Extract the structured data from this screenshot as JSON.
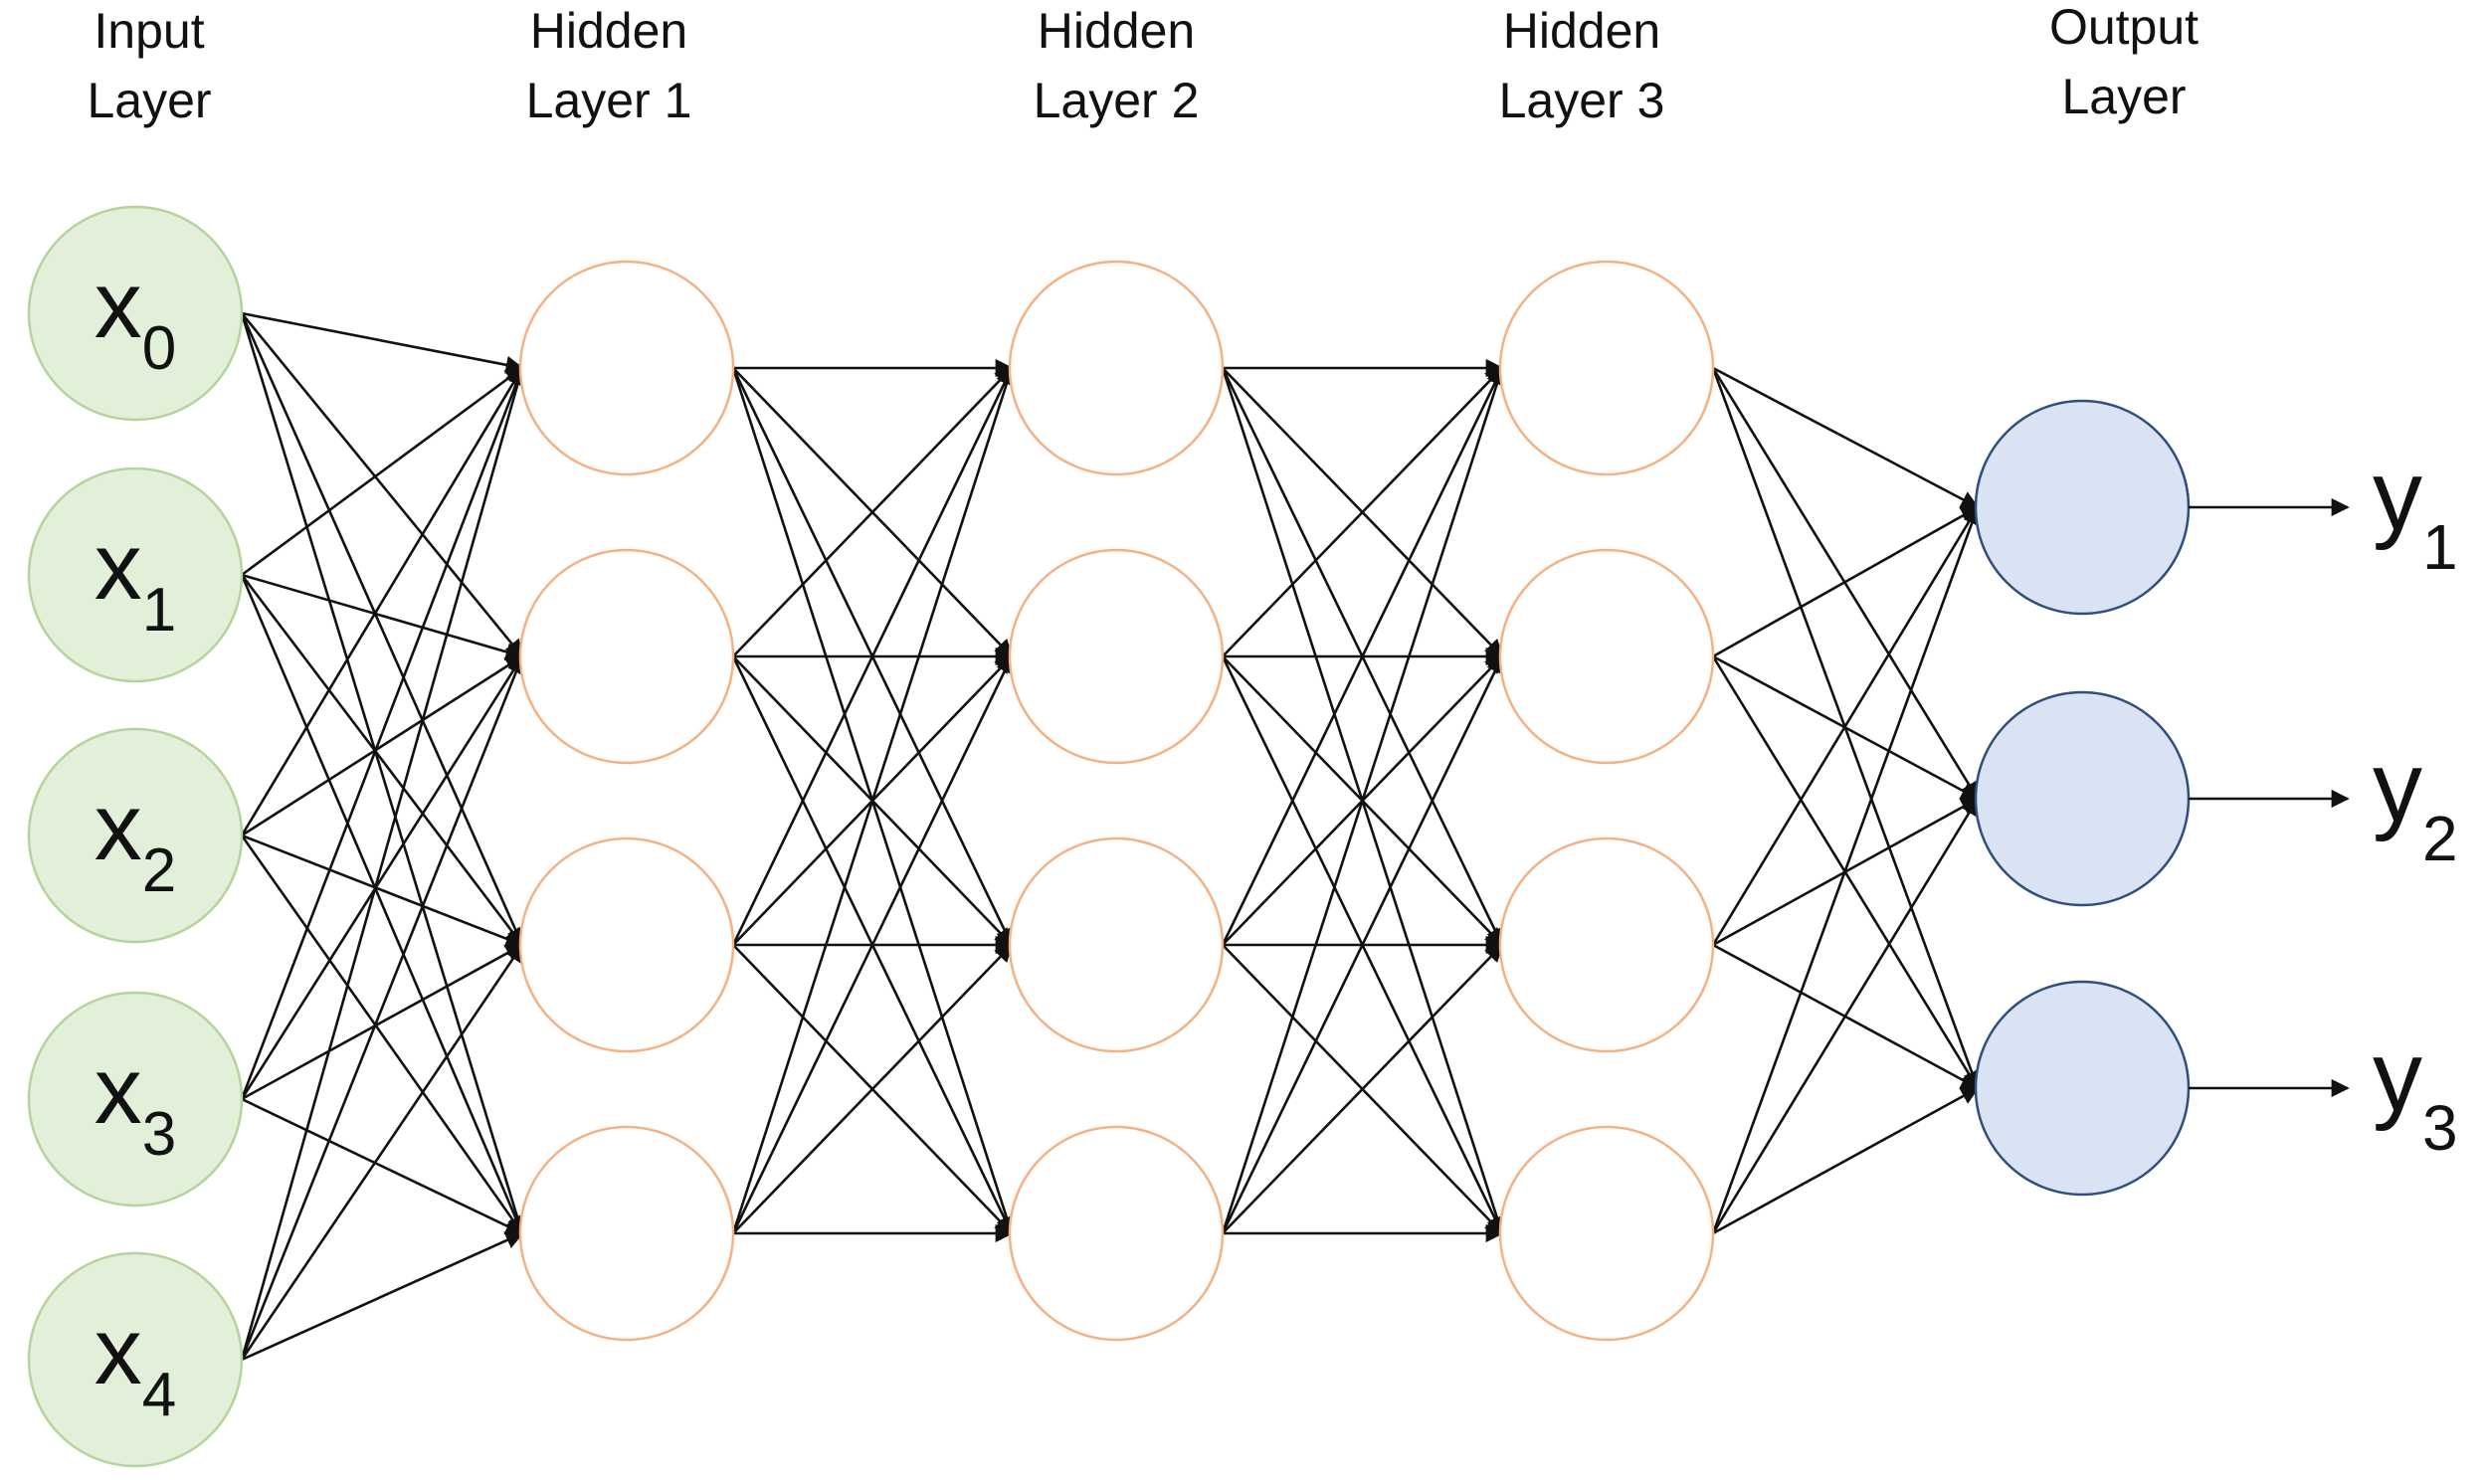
{
  "layers": [
    {
      "id": "input",
      "title": [
        "Input",
        "Layer"
      ],
      "style": "input",
      "nodes": [
        {
          "base": "x",
          "sub": "0"
        },
        {
          "base": "x",
          "sub": "1"
        },
        {
          "base": "x",
          "sub": "2"
        },
        {
          "base": "x",
          "sub": "3"
        },
        {
          "base": "x",
          "sub": "4"
        }
      ]
    },
    {
      "id": "hidden-1",
      "title": [
        "Hidden",
        "Layer 1"
      ],
      "style": "hidden",
      "nodes": [
        {},
        {},
        {},
        {}
      ]
    },
    {
      "id": "hidden-2",
      "title": [
        "Hidden",
        "Layer 2"
      ],
      "style": "hidden",
      "nodes": [
        {},
        {},
        {},
        {}
      ]
    },
    {
      "id": "hidden-3",
      "title": [
        "Hidden",
        "Layer 3"
      ],
      "style": "hidden",
      "nodes": [
        {},
        {},
        {},
        {}
      ]
    },
    {
      "id": "output",
      "title": [
        "Output",
        "Layer"
      ],
      "style": "output",
      "nodes": [
        {},
        {},
        {}
      ]
    }
  ],
  "outputs": [
    {
      "base": "y",
      "sub": "1"
    },
    {
      "base": "y",
      "sub": "2"
    },
    {
      "base": "y",
      "sub": "3"
    }
  ],
  "colors": {
    "input_fill": "#e2efd9",
    "input_stroke": "#b5d49c",
    "hidden_fill": "#ffffff",
    "hidden_stroke": "#f4b183",
    "output_fill": "#dae3f3",
    "output_stroke": "#2f4f7f",
    "edge": "#111111"
  }
}
